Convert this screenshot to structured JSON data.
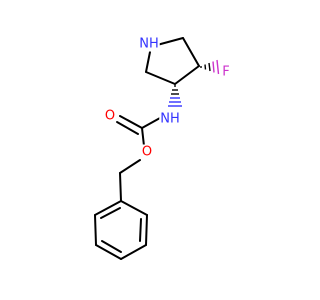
{
  "atoms": {
    "N1": {
      "symbol": "NH",
      "color": "#3333ff"
    },
    "F": {
      "symbol": "F",
      "color": "#cc33cc"
    },
    "N2": {
      "symbol": "NH",
      "color": "#3333ff"
    },
    "O_carbonyl": {
      "symbol": "O",
      "color": "#ff0000"
    },
    "O_ester": {
      "symbol": "O",
      "color": "#ff0000"
    }
  },
  "colors": {
    "bond": "#000000",
    "wedge_N": "#3333ff",
    "wedge_F": "#cc33cc"
  }
}
